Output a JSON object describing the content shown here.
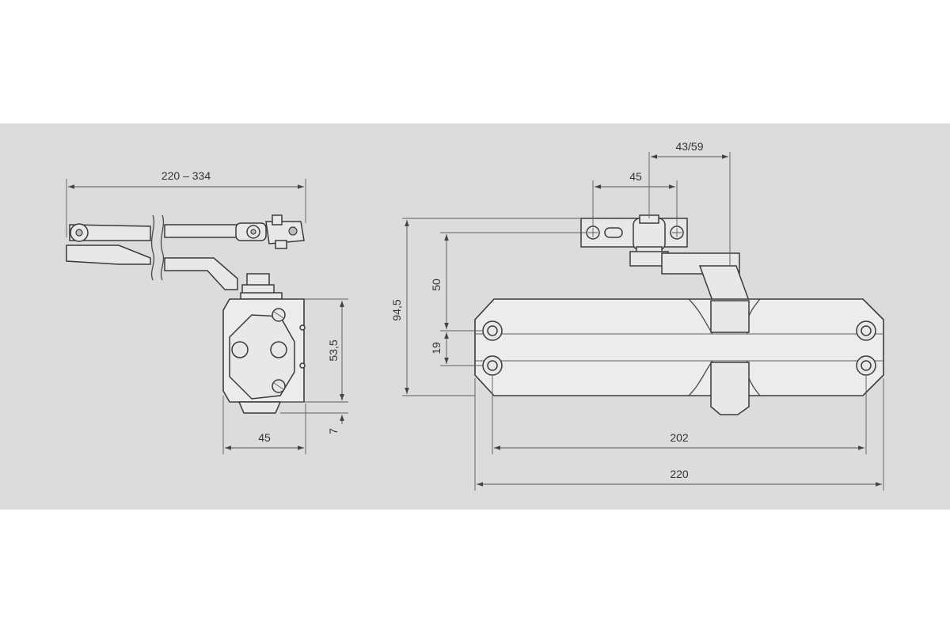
{
  "colors": {
    "background": "#ffffff",
    "band": "#dcdcdc",
    "lines": "#3a3a3a",
    "text": "#333333"
  },
  "dimensions": {
    "side_view": {
      "arm_length": "220 – 334",
      "body_height": "53,5",
      "offset": "7",
      "width": "45"
    },
    "front_view": {
      "bracket_offset": "43/59",
      "bracket_width": "45",
      "total_height": "94,5",
      "arm_height": "50",
      "hole_spacing": "19",
      "hole_distance": "202",
      "total_length": "220"
    }
  }
}
